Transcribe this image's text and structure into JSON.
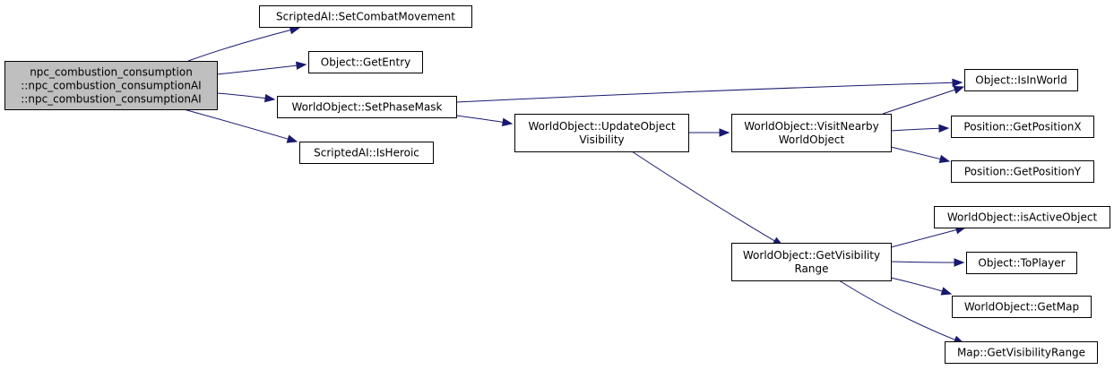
{
  "colors": {
    "edge": "#191970",
    "root_fill": "#bfbfbf",
    "node_fill": "#ffffff",
    "node_border": "#000000"
  },
  "nodes": [
    {
      "id": "npc_ctor",
      "lines": [
        "npc_combustion_consumption",
        "::npc_combustion_consumptionAI",
        "::npc_combustion_consumptionAI"
      ],
      "root": true
    },
    {
      "id": "SetCombatMovement",
      "lines": [
        "ScriptedAI::SetCombatMovement"
      ]
    },
    {
      "id": "GetEntry",
      "lines": [
        "Object::GetEntry"
      ]
    },
    {
      "id": "SetPhaseMask",
      "lines": [
        "WorldObject::SetPhaseMask"
      ]
    },
    {
      "id": "IsHeroic",
      "lines": [
        "ScriptedAI::IsHeroic"
      ]
    },
    {
      "id": "UpdateObjectVisibility",
      "lines": [
        "WorldObject::UpdateObject",
        "Visibility"
      ]
    },
    {
      "id": "VisitNearbyWorldObject",
      "lines": [
        "WorldObject::VisitNearby",
        "WorldObject"
      ]
    },
    {
      "id": "IsInWorld",
      "lines": [
        "Object::IsInWorld"
      ]
    },
    {
      "id": "GetPositionX",
      "lines": [
        "Position::GetPositionX"
      ]
    },
    {
      "id": "GetPositionY",
      "lines": [
        "Position::GetPositionY"
      ]
    },
    {
      "id": "GetVisibilityRange",
      "lines": [
        "WorldObject::GetVisibility",
        "Range"
      ]
    },
    {
      "id": "isActiveObject",
      "lines": [
        "WorldObject::isActiveObject"
      ]
    },
    {
      "id": "ToPlayer",
      "lines": [
        "Object::ToPlayer"
      ]
    },
    {
      "id": "GetMap",
      "lines": [
        "WorldObject::GetMap"
      ]
    },
    {
      "id": "MapGetVisibilityRange",
      "lines": [
        "Map::GetVisibilityRange"
      ]
    }
  ],
  "edges": [
    [
      "npc_ctor",
      "SetCombatMovement"
    ],
    [
      "npc_ctor",
      "GetEntry"
    ],
    [
      "npc_ctor",
      "SetPhaseMask"
    ],
    [
      "npc_ctor",
      "IsHeroic"
    ],
    [
      "SetPhaseMask",
      "IsInWorld"
    ],
    [
      "SetPhaseMask",
      "UpdateObjectVisibility"
    ],
    [
      "UpdateObjectVisibility",
      "VisitNearbyWorldObject"
    ],
    [
      "UpdateObjectVisibility",
      "GetVisibilityRange"
    ],
    [
      "VisitNearbyWorldObject",
      "IsInWorld"
    ],
    [
      "VisitNearbyWorldObject",
      "GetPositionX"
    ],
    [
      "VisitNearbyWorldObject",
      "GetPositionY"
    ],
    [
      "GetVisibilityRange",
      "isActiveObject"
    ],
    [
      "GetVisibilityRange",
      "ToPlayer"
    ],
    [
      "GetVisibilityRange",
      "GetMap"
    ],
    [
      "GetVisibilityRange",
      "MapGetVisibilityRange"
    ]
  ]
}
